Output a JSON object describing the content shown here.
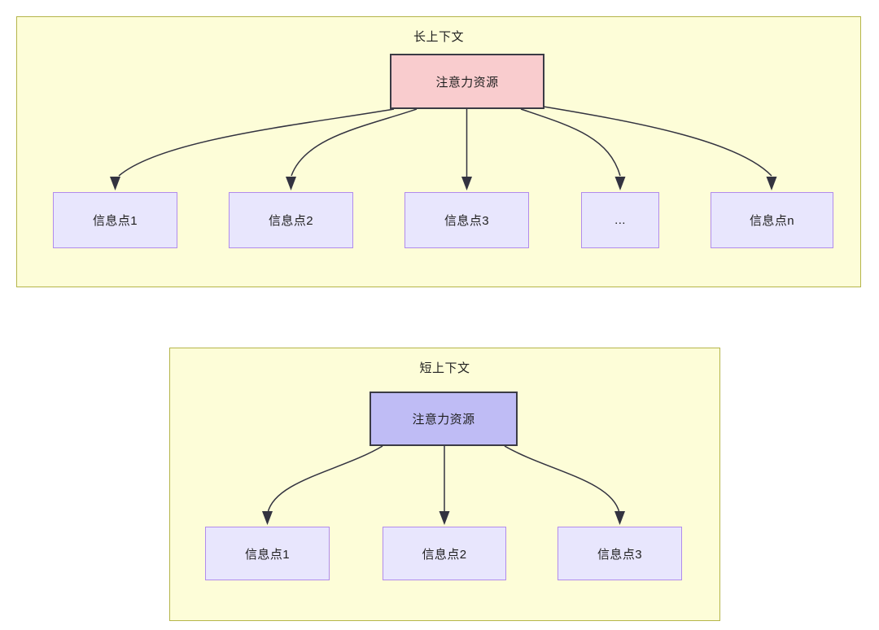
{
  "diagram": {
    "title_long": "长上下文",
    "title_short": "短上下文",
    "groups": [
      {
        "id": "long-context",
        "title": "长上下文",
        "root": {
          "label": "注意力资源",
          "fill": "#f9ccce",
          "stroke": "#3b3b45"
        },
        "children": [
          {
            "label": "信息点1"
          },
          {
            "label": "信息点2"
          },
          {
            "label": "信息点3"
          },
          {
            "label": "..."
          },
          {
            "label": "信息点n"
          }
        ]
      },
      {
        "id": "short-context",
        "title": "短上下文",
        "root": {
          "label": "注意力资源",
          "fill": "#bfbcf5",
          "stroke": "#3b3b45"
        },
        "children": [
          {
            "label": "信息点1"
          },
          {
            "label": "信息点2"
          },
          {
            "label": "信息点3"
          }
        ]
      }
    ],
    "colors": {
      "container_fill": "#fdfdd8",
      "container_border": "#b5b54a",
      "info_fill": "#e8e6fd",
      "info_border": "#b18bec",
      "attention_red_fill": "#f9ccce",
      "attention_blue_fill": "#bfbcf5",
      "node_border_dark": "#3b3b45",
      "edge_stroke": "#333340",
      "text": "#1f1f1f"
    }
  }
}
